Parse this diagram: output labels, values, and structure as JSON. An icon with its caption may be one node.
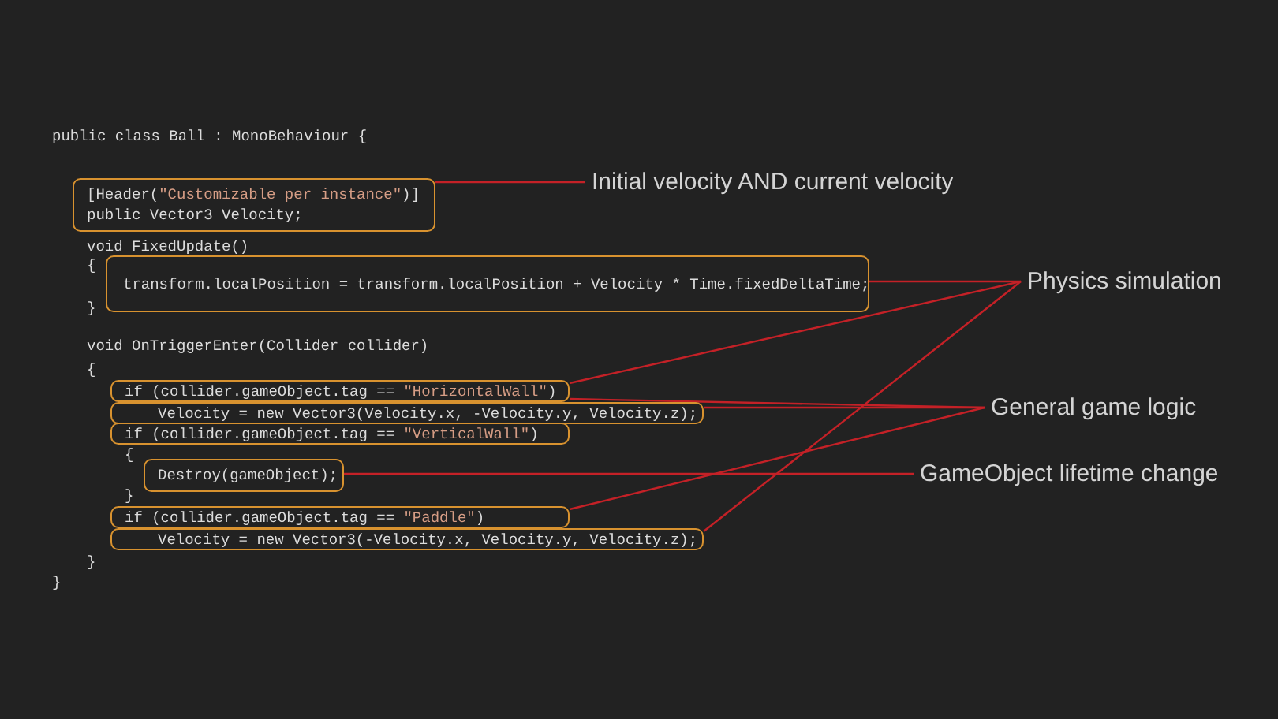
{
  "diagram": {
    "nodes": [
      {
        "text": [
          "[Header(\"Customizable per instance\")]",
          "public Vector3 Velocity;"
        ]
      },
      {
        "text": [
          "transform.localPosition = transform.localPosition + Velocity * Time.fixedDeltaTime;"
        ]
      },
      {
        "text": [
          "if (collider.gameObject.tag == \"HorizontalWall\")"
        ]
      },
      {
        "text": [
          "Velocity = new Vector3(Velocity.x, -Velocity.y, Velocity.z);"
        ]
      },
      {
        "text": [
          "if (collider.gameObject.tag == \"VerticalWall\")"
        ]
      },
      {
        "text": [
          "Destroy(gameObject);"
        ]
      },
      {
        "text": [
          "if (collider.gameObject.tag == \"Paddle\")"
        ]
      },
      {
        "text": [
          "Velocity = new Vector3(-Velocity.x, Velocity.y, Velocity.z);"
        ]
      },
      {
        "text": [
          "Initial velocity AND current velocity"
        ]
      },
      {
        "text": [
          "Physics simulation"
        ]
      },
      {
        "text": [
          "General game logic"
        ]
      },
      {
        "text": [
          "GameObject lifetime change"
        ]
      }
    ],
    "edges": [
      {
        "from": 8,
        "to": 0,
        "arrow": "none"
      },
      {
        "from": 9,
        "to": 1,
        "arrow": "none"
      },
      {
        "from": 9,
        "to": 2,
        "arrow": "none"
      },
      {
        "from": 9,
        "to": 7,
        "arrow": "none"
      },
      {
        "from": 10,
        "to": 2,
        "arrow": "none"
      },
      {
        "from": 10,
        "to": 3,
        "arrow": "none"
      },
      {
        "from": 10,
        "to": 6,
        "arrow": "none"
      },
      {
        "from": 11,
        "to": 5,
        "arrow": "none"
      }
    ],
    "labels": [
      "public class Ball : MonoBehaviour {",
      "void FixedUpdate()",
      "{",
      "}",
      "void OnTriggerEnter(Collider collider)",
      "{",
      "{",
      "}",
      "}",
      "}"
    ]
  }
}
